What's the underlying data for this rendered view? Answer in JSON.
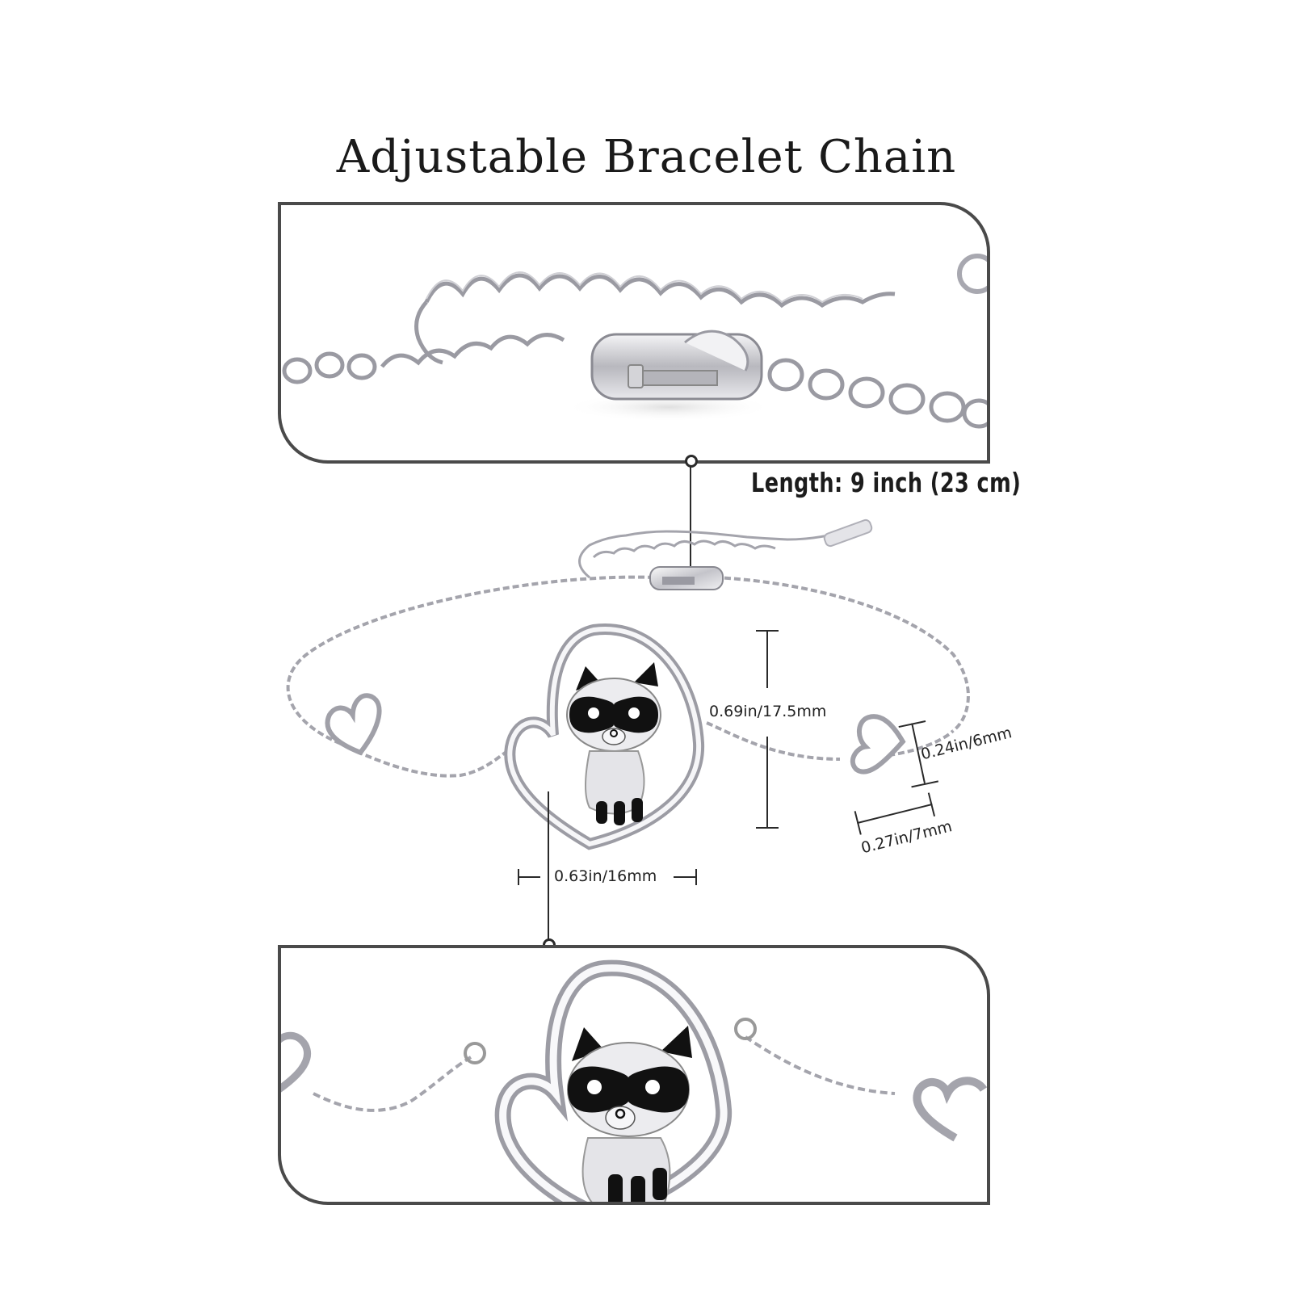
{
  "title": "Adjustable Bracelet Chain",
  "callouts": {
    "length": "Length: 9 inch (23 cm)",
    "pendant_height": "0.69in/17.5mm",
    "pendant_width": "0.63in/16mm",
    "heart_height": "0.24in/6mm",
    "heart_width": "0.27in/7mm"
  },
  "panels": {
    "top": {
      "subject": "lobster-clasp-and-extender-chain-closeup"
    },
    "middle": {
      "subject": "full-bracelet-with-raccoon-heart-pendant"
    },
    "bottom": {
      "subject": "raccoon-heart-pendant-closeup"
    }
  },
  "colors": {
    "background": "#ffffff",
    "frame_border": "#4a4a4a",
    "text": "#1c1c1c",
    "silver": "#c8c8cc",
    "enamel_black": "#111111"
  }
}
